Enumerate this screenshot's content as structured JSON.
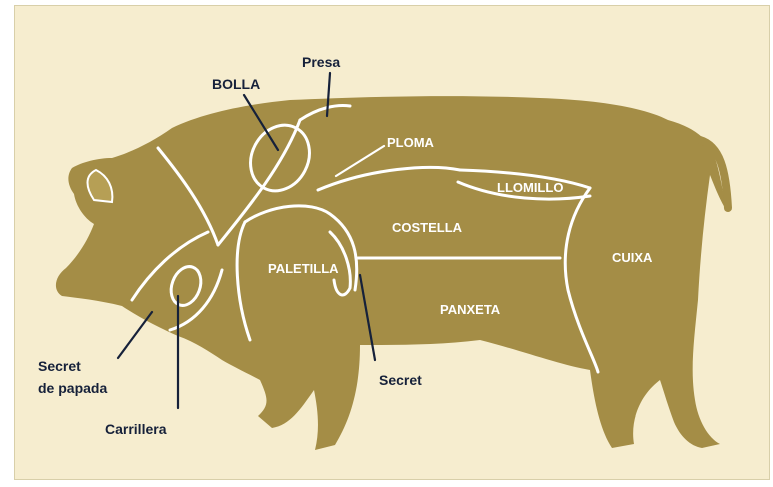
{
  "colors": {
    "background": "#f6edcf",
    "pig": "#a48d46",
    "cut_lines": "#ffffff",
    "outside_text": "#16213a",
    "pointer_lines": "#16213a"
  },
  "cuts": {
    "llomillo": "LLOMILLO",
    "costella": "COSTELLA",
    "cuixa": "CUIXA",
    "paletilla": "PALETILLA",
    "panxeta": "PANXETA",
    "ploma": "PLOMA"
  },
  "callouts": {
    "presa": "Presa",
    "bolla": "BOLLA",
    "secret": "Secret",
    "carrillera": "Carrillera",
    "secret_papada_line1": "Secret",
    "secret_papada_line2": "de papada"
  }
}
